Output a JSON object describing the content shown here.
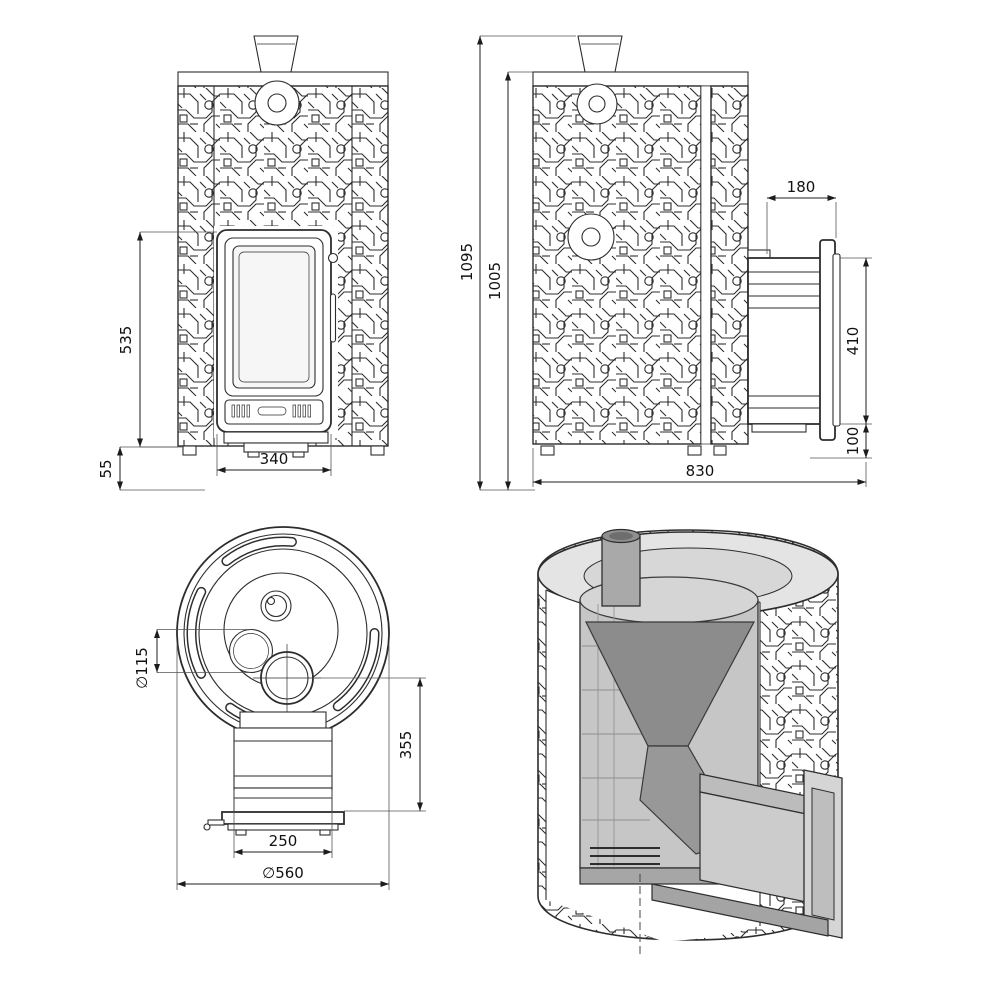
{
  "drawing": {
    "background": "#ffffff",
    "line_color": "#2d2d2d",
    "dim_text_color": "#111111",
    "cutaway_fill_light": "#e4e4e4",
    "cutaway_fill_mid": "#c6c6c6",
    "cutaway_fill_dark": "#8c8c8c"
  },
  "dims": {
    "front": {
      "door_height": "535",
      "base_height": "55",
      "door_width": "340"
    },
    "side": {
      "total_height": "1095",
      "body_height": "1005",
      "tunnel_top_length": "180",
      "tunnel_height": "410",
      "bottom_clearance": "100",
      "total_depth": "830"
    },
    "top": {
      "flue_diameter": "∅115",
      "tunnel_reach": "355",
      "tunnel_width": "250",
      "body_diameter": "∅560"
    }
  }
}
